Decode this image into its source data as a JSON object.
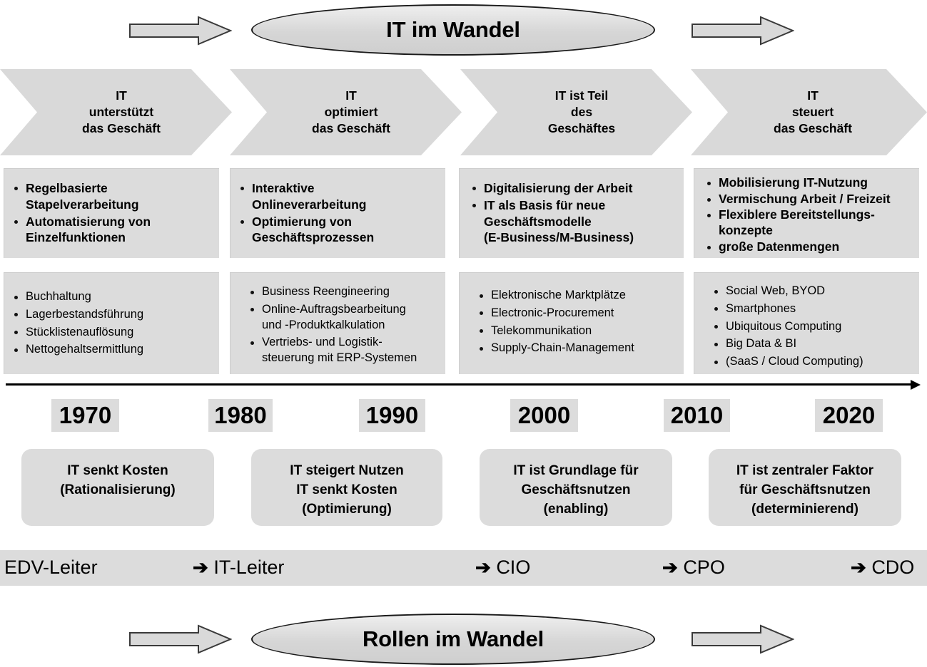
{
  "top_banner": {
    "title": "IT im Wandel",
    "left_arrow_icon": "right-arrow-icon",
    "right_arrow_icon": "right-arrow-icon"
  },
  "bottom_banner": {
    "title": "Rollen im Wandel",
    "left_arrow_icon": "right-arrow-icon",
    "right_arrow_icon": "right-arrow-icon"
  },
  "phases": [
    {
      "title": "IT\nunterstützt\ndas Geschäft"
    },
    {
      "title": "IT\noptimiert\ndas Geschäft"
    },
    {
      "title": "IT ist Teil\ndes\nGeschäftes"
    },
    {
      "title": "IT\nsteuert\ndas  Geschäft"
    }
  ],
  "highlights": [
    {
      "items": [
        "Regelbasierte\nStapelverarbeitung",
        "Automatisierung von\nEinzelfunktionen"
      ]
    },
    {
      "items": [
        "Interaktive\nOnlineverarbeitung",
        "Optimierung von\nGeschäftsprozessen"
      ]
    },
    {
      "items": [
        "Digitalisierung der Arbeit",
        "IT als Basis für neue\nGeschäftsmodelle\n(E-Business/M-Business)"
      ]
    },
    {
      "items": [
        "Mobilisierung IT-Nutzung",
        "Vermischung Arbeit / Freizeit",
        "Flexiblere Bereitstellungs-\nkonzepte",
        "große Datenmengen"
      ]
    }
  ],
  "details": [
    {
      "items": [
        "Buchhaltung",
        "Lagerbestandsführung",
        "Stücklistenauflösung",
        "Nettogehaltsermittlung"
      ]
    },
    {
      "items": [
        "Business  Reengineering",
        "Online-Auftragsbearbeitung\nund -Produktkalkulation",
        "Vertriebs- und Logistik-\nsteuerung mit ERP-Systemen"
      ]
    },
    {
      "items": [
        "Elektronische Marktplätze",
        "Electronic-Procurement",
        "Telekommunikation",
        "Supply-Chain-Management"
      ]
    },
    {
      "items": [
        "Social Web, BYOD",
        "Smartphones",
        "Ubiquitous Computing",
        "Big Data & BI",
        "(SaaS / Cloud Computing)"
      ]
    }
  ],
  "timeline": {
    "arrow_icon": "timeline-arrow-icon",
    "years": [
      "1970",
      "1980",
      "1990",
      "2000",
      "2010",
      "2020"
    ]
  },
  "statements": [
    {
      "text": "IT senkt Kosten\n(Rationalisierung)"
    },
    {
      "text": "IT steigert Nutzen\nIT senkt Kosten\n(Optimierung)"
    },
    {
      "text": "IT ist Grundlage für\nGeschäftsnutzen\n(enabling)"
    },
    {
      "text": "IT ist zentraler Faktor\nfür Geschäftsnutzen\n(determinierend)"
    }
  ],
  "roles": [
    {
      "arrow": "",
      "label": "EDV-Leiter"
    },
    {
      "arrow": "➔",
      "label": "IT-Leiter"
    },
    {
      "arrow": "➔",
      "label": "CIO"
    },
    {
      "arrow": "➔",
      "label": "CPO"
    },
    {
      "arrow": "➔",
      "label": "CDO"
    }
  ],
  "colors": {
    "box_fill": "#dcdcdc",
    "chevron_fill": "#d9d9d9",
    "outline": "#1a1a1a",
    "background": "#ffffff"
  }
}
